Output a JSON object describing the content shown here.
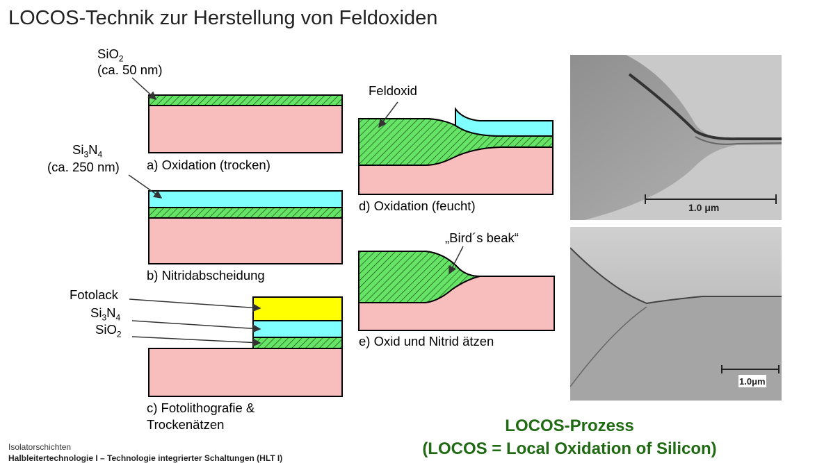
{
  "title": "LOCOS-Technik zur Herstellung von Feldoxiden",
  "labels": {
    "a_sio2": "SiO",
    "a_sio2_sub": "2",
    "a_sio2_thick": "(ca. 50 nm)",
    "a_caption": "a) Oxidation (trocken)",
    "b_si3n4_pre": "Si",
    "b_si3n4_sub1": "3",
    "b_si3n4_mid": "N",
    "b_si3n4_sub2": "4",
    "b_thick": "(ca. 250 nm)",
    "b_caption": "b) Nitridabscheidung",
    "c_fotolack": "Fotolack",
    "c_si3n4_pre": "Si",
    "c_si3n4_sub1": "3",
    "c_si3n4_mid": "N",
    "c_si3n4_sub2": "4",
    "c_sio2": "SiO",
    "c_sio2_sub": "2",
    "c_caption_1": "c) Fotolithografie &",
    "c_caption_2": "Trockenätzen",
    "d_feldoxid": "Feldoxid",
    "d_caption": "d) Oxidation (feucht)",
    "e_birdsbeak": "„Bird´s beak“",
    "e_caption": "e) Oxid und Nitrid ätzen"
  },
  "photos": {
    "top_scale": "1.0 μm",
    "bottom_scale": "1.0μm"
  },
  "headline": {
    "line1": "LOCOS-Prozess",
    "line2": "(LOCOS = Local Oxidation of Silicon)"
  },
  "footer": {
    "topic": "Isolatorschichten",
    "course": "Halbleitertechnologie I – Technologie integrierter Schaltungen (HLT I)"
  },
  "colors": {
    "substrate": "#f8bdbd",
    "oxide": "#66e466",
    "nitride": "#80ffff",
    "resist": "#ffff00",
    "headline": "#1f6a12"
  }
}
